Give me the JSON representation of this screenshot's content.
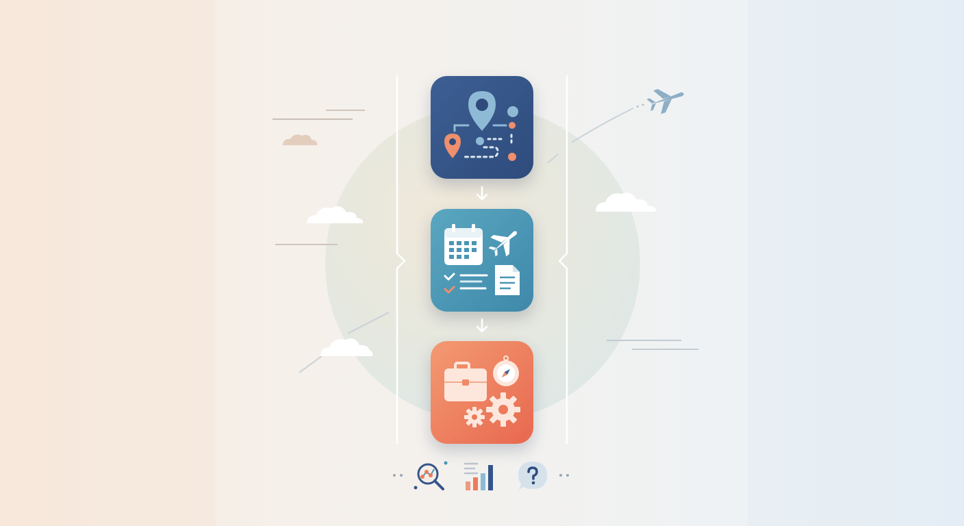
{
  "diagram": {
    "steps": [
      {
        "id": "map",
        "icon": "map-route-icon",
        "color": "#34558a"
      },
      {
        "id": "plan",
        "icon": "travel-planning-icon",
        "color": "#4a95b5"
      },
      {
        "id": "work",
        "icon": "business-tools-icon",
        "color": "#ec7656"
      }
    ],
    "connectors": [
      "down-arrow",
      "down-arrow"
    ],
    "footer_icons": [
      "search-analytics-icon",
      "bar-chart-icon",
      "help-bubble-icon"
    ],
    "decorations": [
      "airplane-icon",
      "cloud-icon",
      "globe-backdrop",
      "bracket-lines"
    ]
  }
}
